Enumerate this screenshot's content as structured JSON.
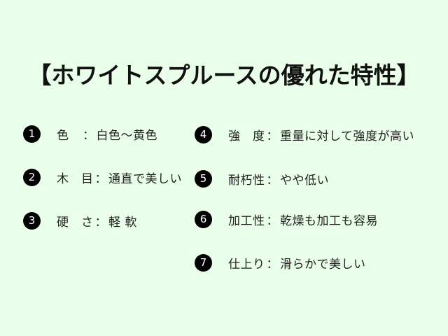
{
  "title": "【ホワイトスプルースの優れた特性】",
  "colors": {
    "background": "#eaffea",
    "badge": "#000000",
    "text": "#222222"
  },
  "items": [
    {
      "number": "1",
      "label": "色　",
      "colon": "：",
      "value": "白色～黄色"
    },
    {
      "number": "2",
      "label": "木　目",
      "colon": "：",
      "value": "通直で美しい"
    },
    {
      "number": "3",
      "label": "硬　さ",
      "colon": "：",
      "value": "軽 軟"
    },
    {
      "number": "4",
      "label": "強　度",
      "colon": "：",
      "value": "重量に対して強度が高い"
    },
    {
      "number": "5",
      "label": "耐朽性",
      "colon": "：",
      "value": "やや低い"
    },
    {
      "number": "6",
      "label": "加工性",
      "colon": "：",
      "value": "乾燥も加工も容易"
    },
    {
      "number": "7",
      "label": "仕上り",
      "colon": "：",
      "value": "滑らかで美しい"
    }
  ]
}
